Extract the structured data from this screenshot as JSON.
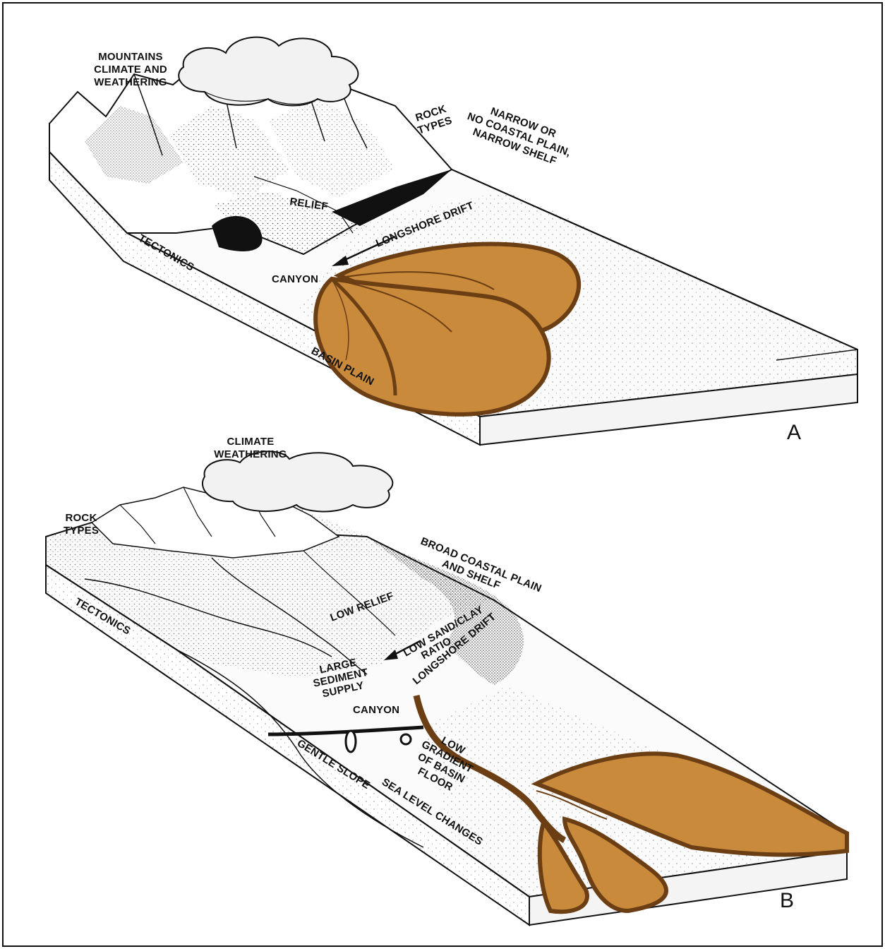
{
  "colors": {
    "fan": "#c98a3c",
    "fan_dark": "#6b3e14",
    "ink": "#111111",
    "water": "#f4f4f4",
    "block_top": "#fafafa"
  },
  "panel_a": {
    "letter": "A",
    "labels": {
      "mountains": [
        "MOUNTAINS",
        "CLIMATE AND",
        "WEATHERING"
      ],
      "rock_types": [
        "ROCK",
        "TYPES"
      ],
      "shelf": [
        "NARROW OR",
        "NO COASTAL PLAIN,",
        "NARROW SHELF"
      ],
      "relief": "RELIEF",
      "longshore_drift": "LONGSHORE DRIFT",
      "tectonics": "TECTONICS",
      "canyon": "CANYON",
      "basin_plain": "BASIN PLAIN"
    }
  },
  "panel_b": {
    "letter": "B",
    "labels": {
      "climate": [
        "CLIMATE",
        "WEATHERING"
      ],
      "rock_types": [
        "ROCK",
        "TYPES"
      ],
      "shelf": [
        "BROAD COASTAL PLAIN",
        "AND SHELF"
      ],
      "low_relief": "LOW RELIEF",
      "sand_clay": [
        "LOW SAND/CLAY",
        "RATIO"
      ],
      "longshore_drift": "LONGSHORE DRIFT",
      "tectonics": "TECTONICS",
      "sediment_supply": [
        "LARGE",
        "SEDIMENT",
        "SUPPLY"
      ],
      "canyon": "CANYON",
      "gentle_slope": "GENTLE SLOPE",
      "low_gradient": [
        "LOW",
        "GRADIENT",
        "OF BASIN",
        "FLOOR"
      ],
      "sea_level": "SEA LEVEL CHANGES"
    }
  }
}
